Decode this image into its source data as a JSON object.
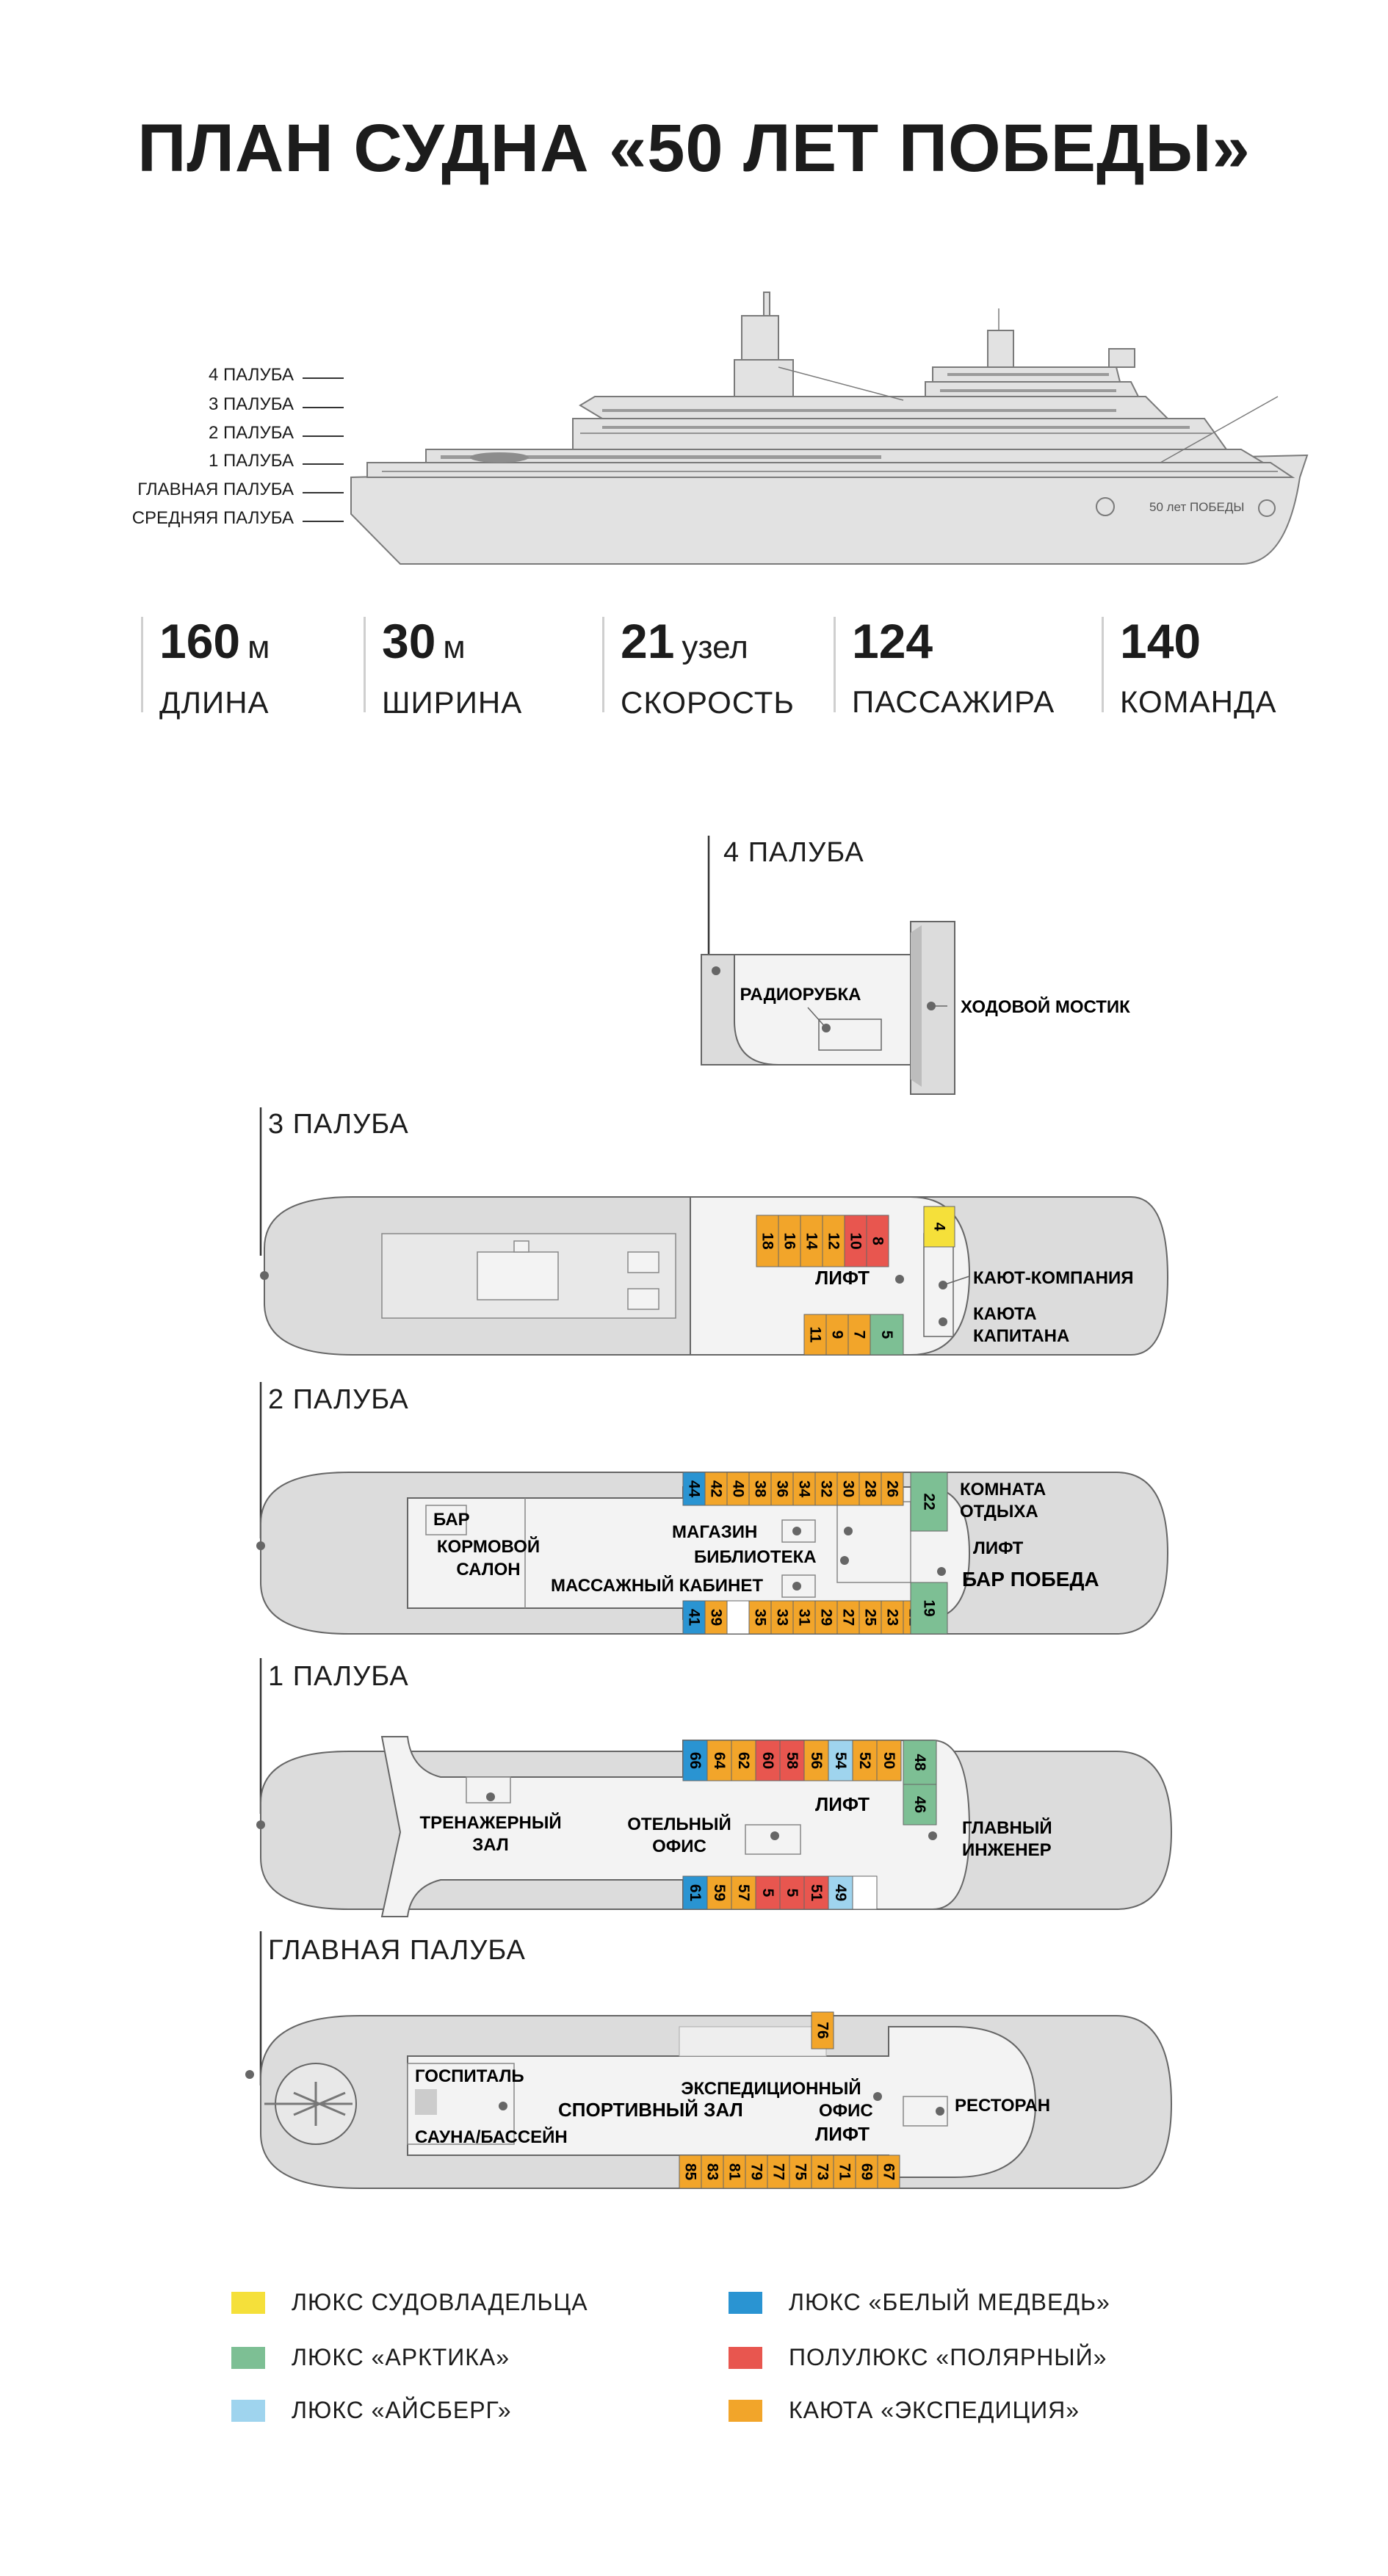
{
  "title": "ПЛАН СУДНА «50 ЛЕТ ПОБЕДЫ»",
  "side_decks": [
    "4 ПАЛУБА",
    "3 ПАЛУБА",
    "2 ПАЛУБА",
    "1 ПАЛУБА",
    "ГЛАВНАЯ ПАЛУБА",
    "СРЕДНЯЯ ПАЛУБА"
  ],
  "ship_name": "50 лет ПОБЕДЫ",
  "stats": [
    {
      "num": "160",
      "unit": "м",
      "label": "ДЛИНА"
    },
    {
      "num": "30",
      "unit": "м",
      "label": "ШИРИНА"
    },
    {
      "num": "21",
      "unit": "узел",
      "label": "СКОРОСТЬ"
    },
    {
      "num": "124",
      "unit": "",
      "label": "ПАССАЖИРА"
    },
    {
      "num": "140",
      "unit": "",
      "label": "КОМАНДА"
    }
  ],
  "decks": {
    "deck4": {
      "name": "4 ПАЛУБА",
      "labels": {
        "radio": "РАДИОРУБКА",
        "bridge": "ХОДОВОЙ МОСТИК"
      }
    },
    "deck3": {
      "name": "3 ПАЛУБА",
      "labels": {
        "lift": "ЛИФТ",
        "wardroom": "КАЮТ-КОМПАНИЯ",
        "captain1": "КАЮТА",
        "captain2": "КАПИТАНА"
      },
      "top_cabins": [
        "18",
        "16",
        "14",
        "12",
        "10",
        "8"
      ],
      "bottom_cabins": [
        "11",
        "9",
        "7",
        "5"
      ],
      "owner_cabin": "4"
    },
    "deck2": {
      "name": "2 ПАЛУБА",
      "labels": {
        "bar": "БАР",
        "aft1": "КОРМОВОЙ",
        "aft2": "САЛОН",
        "shop": "МАГАЗИН",
        "massage": "МАССАЖНЫЙ КАБИНЕТ",
        "library": "БИБЛИОТЕКА",
        "rest1": "КОМНАТА",
        "rest2": "ОТДЫХА",
        "lift": "ЛИФТ",
        "pobeda": "БАР ПОБЕДА"
      },
      "top_cabins": [
        "44",
        "42",
        "40",
        "38",
        "36",
        "34",
        "32",
        "30",
        "28",
        "26"
      ],
      "bottom_cabins": [
        "41",
        "39",
        "35",
        "33",
        "31",
        "29",
        "27",
        "25",
        "23",
        "21"
      ],
      "suite_top": "22",
      "suite_bottom": "19"
    },
    "deck1": {
      "name": "1 ПАЛУБА",
      "labels": {
        "gym1": "ТРЕНАЖЕРНЫЙ",
        "gym2": "ЗАЛ",
        "hotel1": "ОТЕЛЬНЫЙ",
        "hotel2": "ОФИС",
        "lift": "ЛИФТ",
        "eng1": "ГЛАВНЫЙ",
        "eng2": "ИНЖЕНЕР"
      },
      "top_cabins": [
        "66",
        "64",
        "62",
        "60",
        "58",
        "56",
        "54",
        "52",
        "50"
      ],
      "bottom_cabins": [
        "61",
        "59",
        "57",
        "5",
        "5",
        "51",
        "49"
      ],
      "suite_a": "48",
      "suite_b": "46"
    },
    "main": {
      "name": "ГЛАВНАЯ ПАЛУБА",
      "labels": {
        "hospital": "ГОСПИТАЛЬ",
        "sauna": "САУНА/БАССЕЙН",
        "sport": "СПОРТИВНЫЙ ЗАЛ",
        "exp1": "ЭКСПЕДИЦИОННЫЙ",
        "exp2": "ОФИС",
        "lift": "ЛИФТ",
        "restaurant": "РЕСТОРАН"
      },
      "top_cabins": [
        "76"
      ],
      "bottom_cabins": [
        "85",
        "83",
        "81",
        "79",
        "77",
        "75",
        "73",
        "71",
        "69",
        "67"
      ]
    }
  },
  "legend": [
    {
      "label": "ЛЮКС СУДОВЛАДЕЛЬЦА",
      "color": "#f5e03a"
    },
    {
      "label": "ЛЮКС «АРКТИКА»",
      "color": "#7dbf94"
    },
    {
      "label": "ЛЮКС «АЙСБЕРГ»",
      "color": "#9fd4ee"
    },
    {
      "label": "ЛЮКС «БЕЛЫЙ МЕДВЕДЬ»",
      "color": "#2a94d2"
    },
    {
      "label": "ПОЛУЛЮКС «ПОЛЯРНЫЙ»",
      "color": "#e8564f"
    },
    {
      "label": "КАЮТА «ЭКСПЕДИЦИЯ»",
      "color": "#f2a52a"
    }
  ]
}
